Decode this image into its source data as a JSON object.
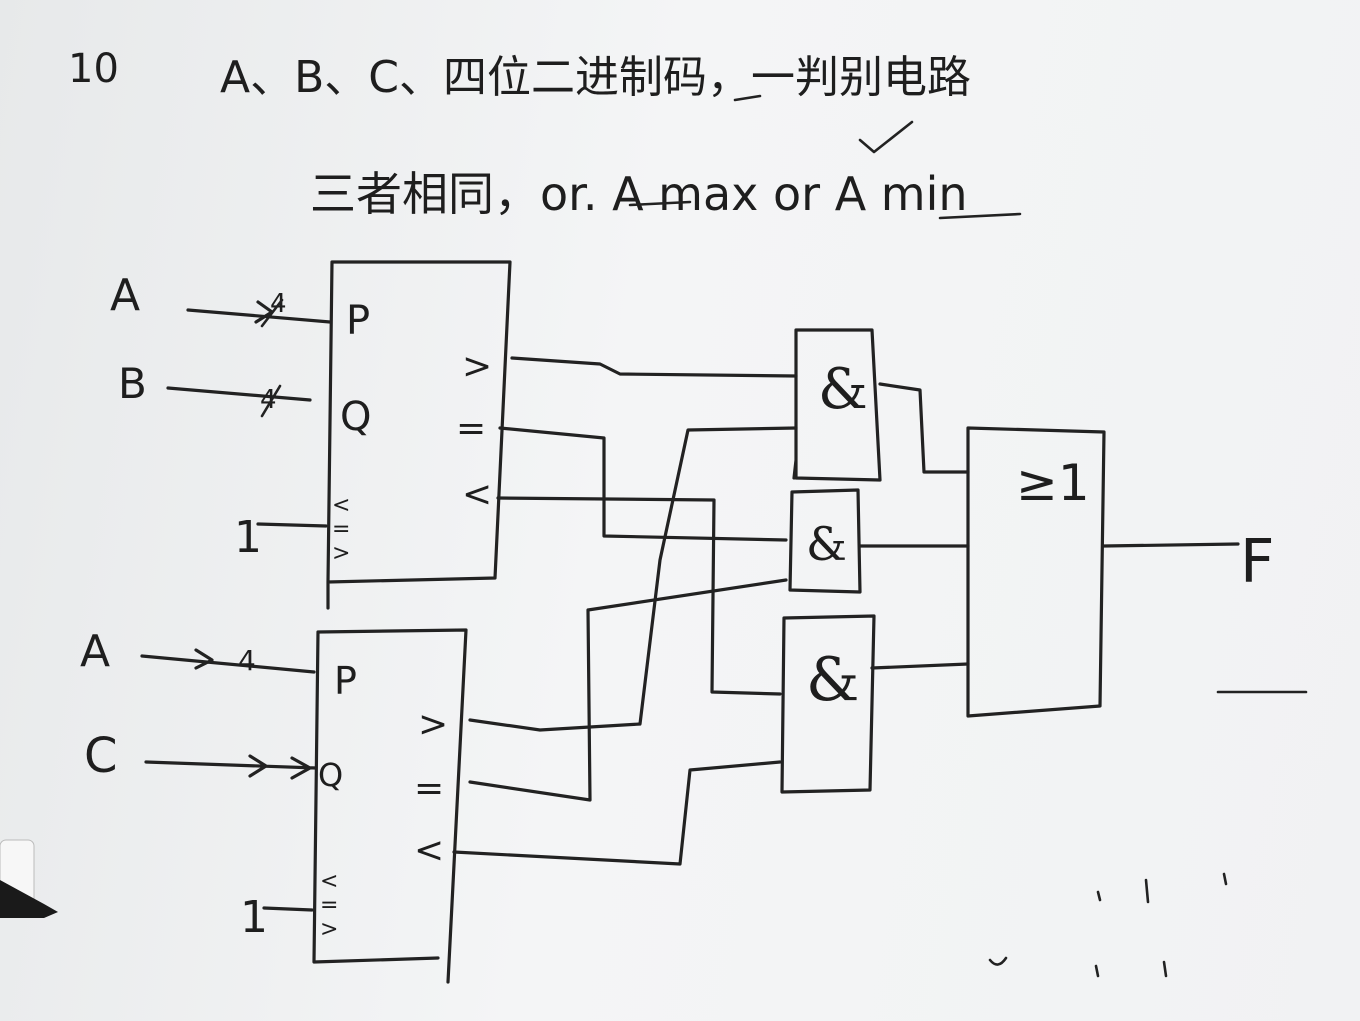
{
  "header": {
    "problem_number": "10",
    "line1_text": "A、B、C、四位二进制码，一判别电路",
    "line2_text": "三者相同，or. A max or A min"
  },
  "comparator_top": {
    "input_p_signal": "A",
    "input_q_signal": "B",
    "input_p_width": "4",
    "input_q_width": "4",
    "pin_p": "P",
    "pin_q": "Q",
    "cascade_input_value": "1",
    "cascade_symbols": [
      "<",
      "=",
      ">"
    ],
    "out_gt": ">",
    "out_eq": "=",
    "out_lt": "<"
  },
  "comparator_bottom": {
    "input_p_signal": "A",
    "input_q_signal": "C",
    "input_p_width": "4",
    "pin_p": "P",
    "pin_q": "Q",
    "cascade_input_value": "1",
    "cascade_symbols": [
      "<",
      "=",
      ">"
    ],
    "out_gt": ">",
    "out_eq": "=",
    "out_lt": "<"
  },
  "and_gates": [
    {
      "symbol": "&"
    },
    {
      "symbol": "&"
    },
    {
      "symbol": "&"
    }
  ],
  "or_gate": {
    "symbol": "≥1"
  },
  "output": {
    "label": "F"
  }
}
